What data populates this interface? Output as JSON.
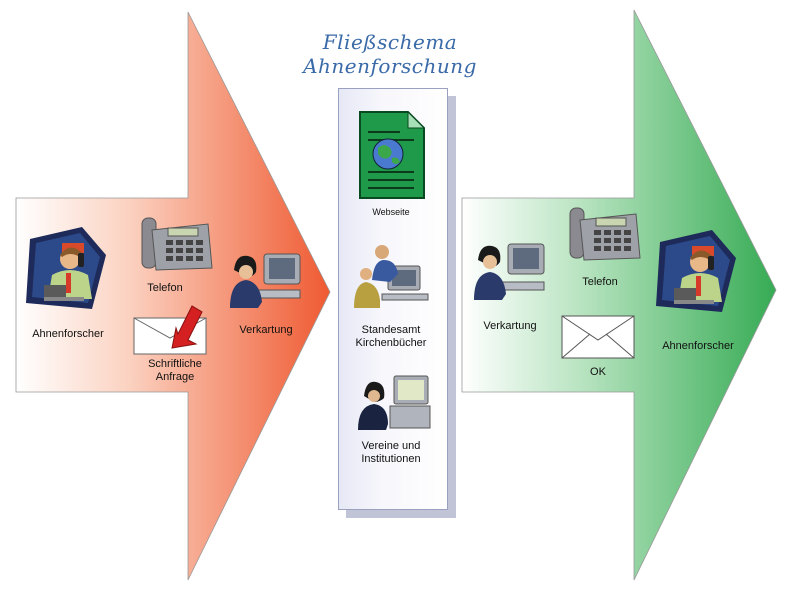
{
  "title": "Fließschema Ahnenforschung",
  "colors": {
    "left_arrow_start": "#ffffff",
    "left_arrow_end": "#ef5a32",
    "right_arrow_start": "#ffffff",
    "right_arrow_end": "#3cb05a",
    "title": "#3a6aa8",
    "envelope_arrow": "#d42020"
  },
  "left": {
    "ahnenforscher": "Ahnenforscher",
    "telefon": "Telefon",
    "verkartung": "Verkartung",
    "anfrage": "Schriftliche\nAnfrage"
  },
  "middle": {
    "webseite": "Webseite",
    "standesamt": "Standesamt\nKirchenbücher",
    "vereine": "Vereine und\nInstitutionen"
  },
  "right": {
    "verkartung": "Verkartung",
    "telefon": "Telefon",
    "ok": "OK",
    "ahnenforscher": "Ahnenforscher"
  },
  "icons": [
    "researcher-phone-icon",
    "telephone-icon",
    "computer-user-icon",
    "letter-envelope-icon",
    "web-document-globe-icon",
    "office-workers-icon",
    "office-desk-computer-icon",
    "envelope-icon"
  ]
}
